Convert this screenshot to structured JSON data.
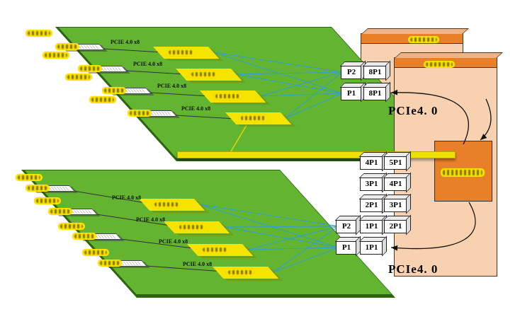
{
  "labels": {
    "pcie_link": "PCIE 4.0 x8",
    "pcie_caption_top": "PCIe4. 0",
    "pcie_caption_bottom": "PCIe4. 0"
  },
  "top_connectors": {
    "rows": [
      {
        "cells": [
          "P2",
          "8P1"
        ]
      },
      {
        "cells": [
          "P1",
          "8P1"
        ]
      }
    ]
  },
  "bottom_connectors": {
    "rows": [
      {
        "cells": [
          "4P1",
          "5P1"
        ]
      },
      {
        "cells": [
          "3P1",
          "4P1"
        ]
      },
      {
        "cells": [
          "2P1",
          "3P1"
        ]
      },
      {
        "cells": [
          "P2",
          "1P1",
          "2P1"
        ]
      },
      {
        "cells": [
          "P1",
          "1P1"
        ]
      }
    ]
  },
  "colors": {
    "board_green": "#63b531",
    "board_edge_green": "#2c6410",
    "chip_yellow": "#f4e400",
    "bar_yellow": "#eee000",
    "panel_peach": "#f8d2b0",
    "panel_orange": "#e8802a",
    "wire_blue": "#2f9fd0",
    "redacted_label_yellow": "#ffe600"
  },
  "icons": {
    "arrow": "feedback-arrow",
    "redacted": "redacted-label-blob"
  }
}
